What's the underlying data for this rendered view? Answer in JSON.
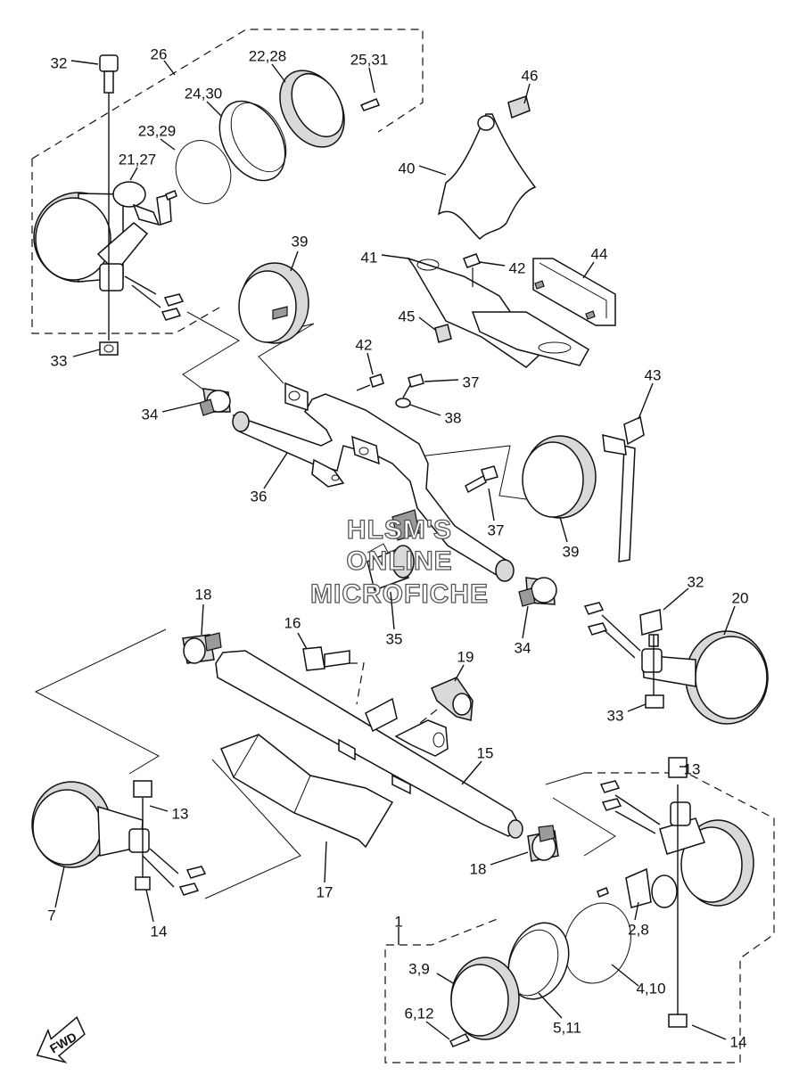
{
  "watermark": {
    "line1": "HLSM'S",
    "line2": "ONLINE",
    "line3": "MICROFICHE"
  },
  "fwd_label": "FWD",
  "labels": [
    "32",
    "26",
    "22,28",
    "25,31",
    "24,30",
    "23,29",
    "21,27",
    "33",
    "46",
    "40",
    "41",
    "42",
    "44",
    "45",
    "39",
    "42",
    "37",
    "38",
    "34",
    "36",
    "43",
    "37",
    "39",
    "32",
    "20",
    "18",
    "16",
    "19",
    "35",
    "34",
    "33",
    "13",
    "15",
    "13",
    "7",
    "17",
    "14",
    "18",
    "1",
    "2,8",
    "3,9",
    "4,10",
    "6,12",
    "5,11",
    "14"
  ]
}
